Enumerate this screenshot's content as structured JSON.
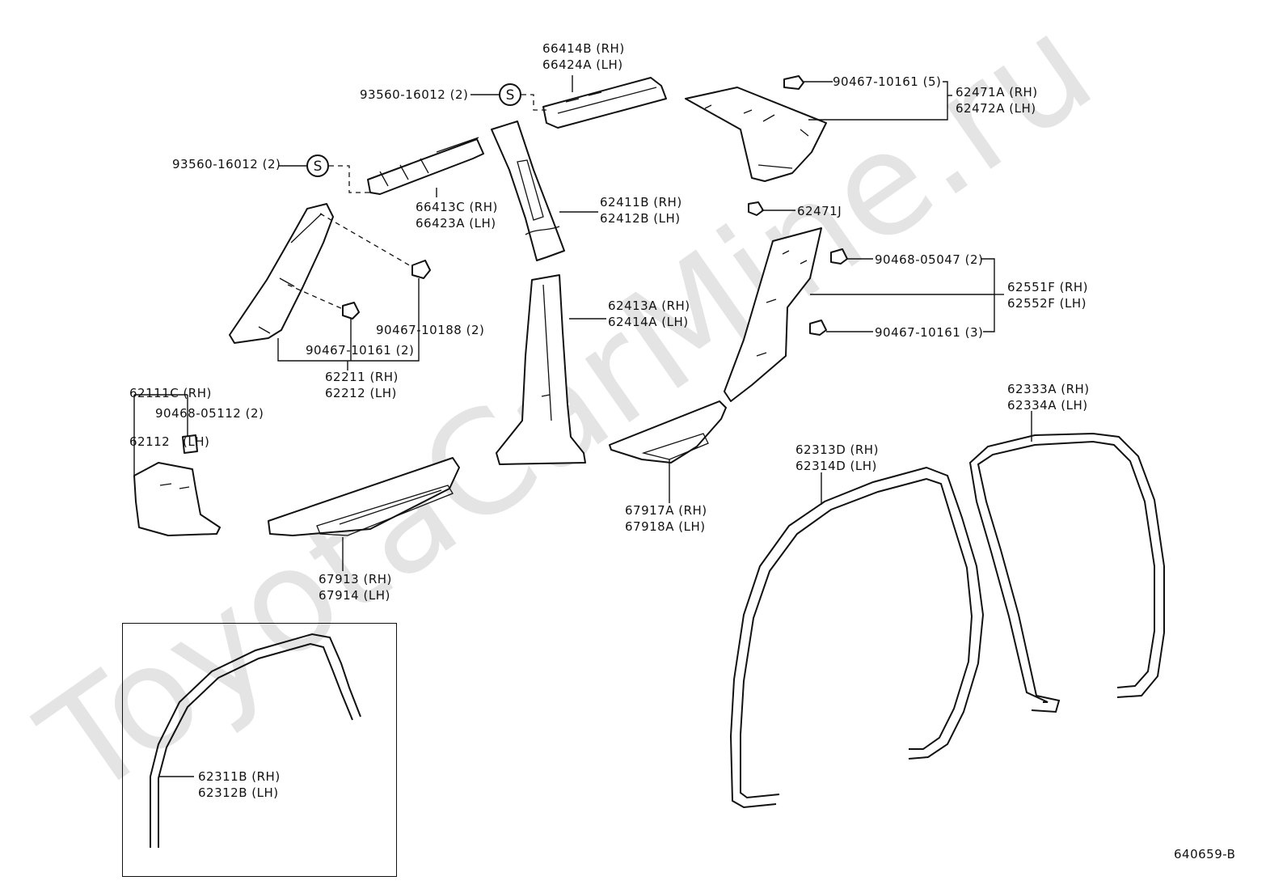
{
  "watermark": {
    "text": "ToyotaCarMine.ru",
    "color": "#e4e4e4"
  },
  "ref_code": "640659-B",
  "labels": {
    "l66414b": [
      "66414B (RH)",
      "66424A (LH)"
    ],
    "l93560a": "93560-16012 (2)",
    "l93560b": "93560-16012 (2)",
    "l66413c": [
      "66413C (RH)",
      "66423A (LH)"
    ],
    "l62411b": [
      "62411B (RH)",
      "62412B (LH)"
    ],
    "l90467_5": "90467-10161 (5)",
    "l62471a": [
      "62471A (RH)",
      "62472A (LH)"
    ],
    "l62471j": "62471J",
    "l90468_2": "90468-05047 (2)",
    "l62551f": [
      "62551F (RH)",
      "62552F (LH)"
    ],
    "l90467_3": "90467-10161 (3)",
    "l62413a": [
      "62413A (RH)",
      "62414A (LH)"
    ],
    "l90467_10188": "90467-10188 (2)",
    "l90467_2": "90467-10161 (2)",
    "l62211": [
      "62211 (RH)",
      "62212 (LH)"
    ],
    "l62111c": [
      "62111C (RH)",
      "62112   (LH)"
    ],
    "l90468_05112": "90468-05112 (2)",
    "l67917a": [
      "67917A (RH)",
      "67918A (LH)"
    ],
    "l67913": [
      "67913 (RH)",
      "67914 (LH)"
    ],
    "l62333a": [
      "62333A (RH)",
      "62334A (LH)"
    ],
    "l62313d": [
      "62313D (RH)",
      "62314D (LH)"
    ],
    "l62311b": [
      "62311B (RH)",
      "62312B (LH)"
    ]
  },
  "symbols": {
    "screw_mark": "S"
  }
}
